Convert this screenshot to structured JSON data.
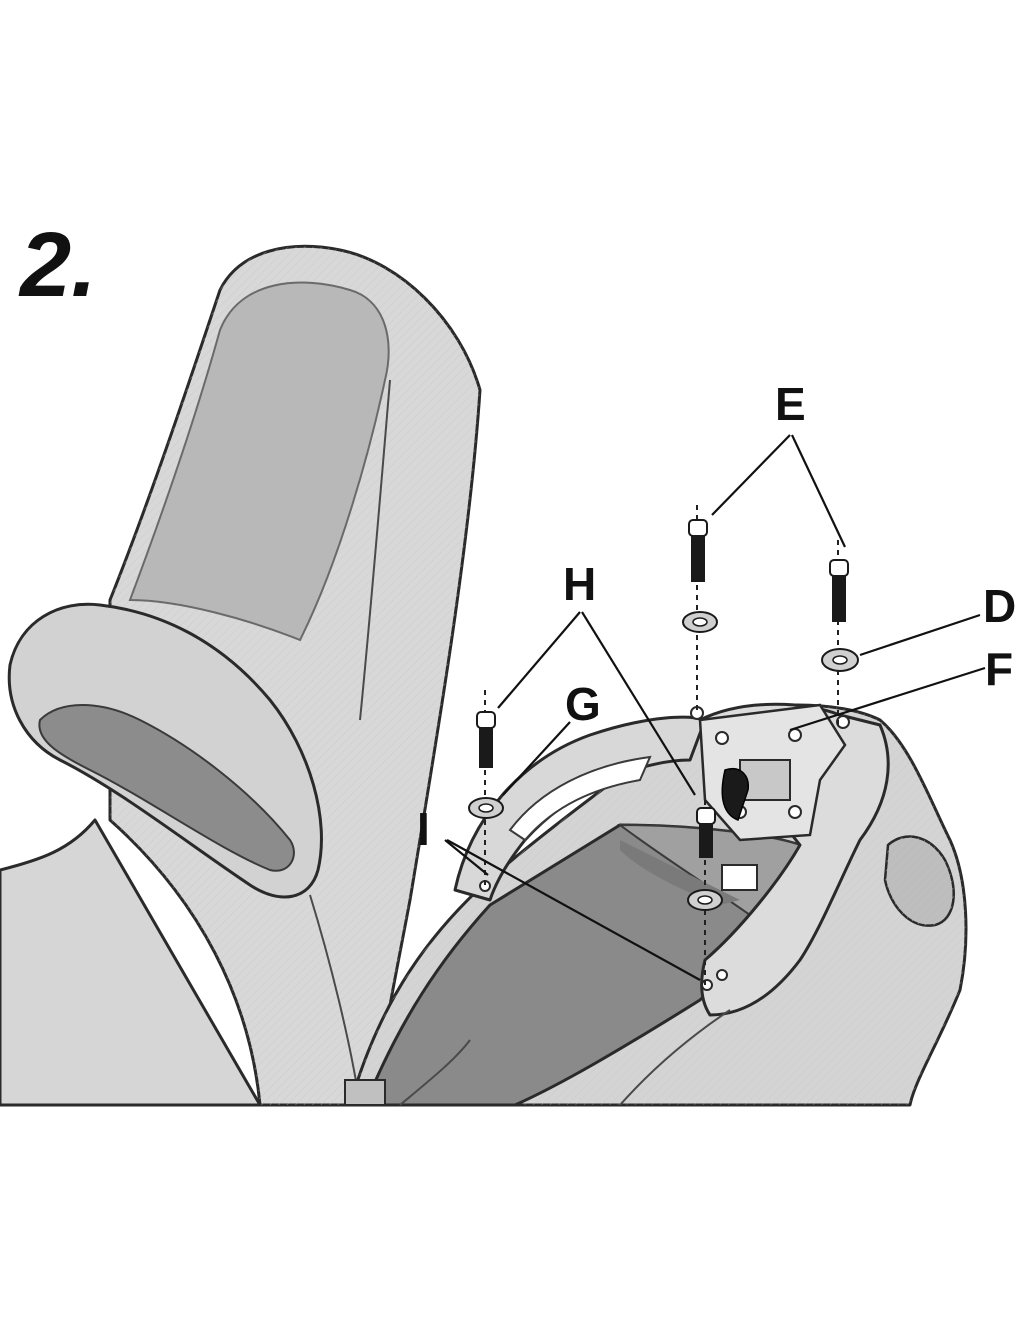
{
  "step": {
    "number": "2."
  },
  "callouts": {
    "D": "D",
    "E": "E",
    "F": "F",
    "G": "G",
    "H": "H",
    "I": "I"
  },
  "colors": {
    "body_fill": "#d6d6d6",
    "highlight_fill": "#e6e6e6",
    "shadow_fill": "#a8a8a8",
    "dark_fill": "#8c8c8c",
    "bolt_fill": "#1a1a1a",
    "outline": "#2a2a2a"
  }
}
